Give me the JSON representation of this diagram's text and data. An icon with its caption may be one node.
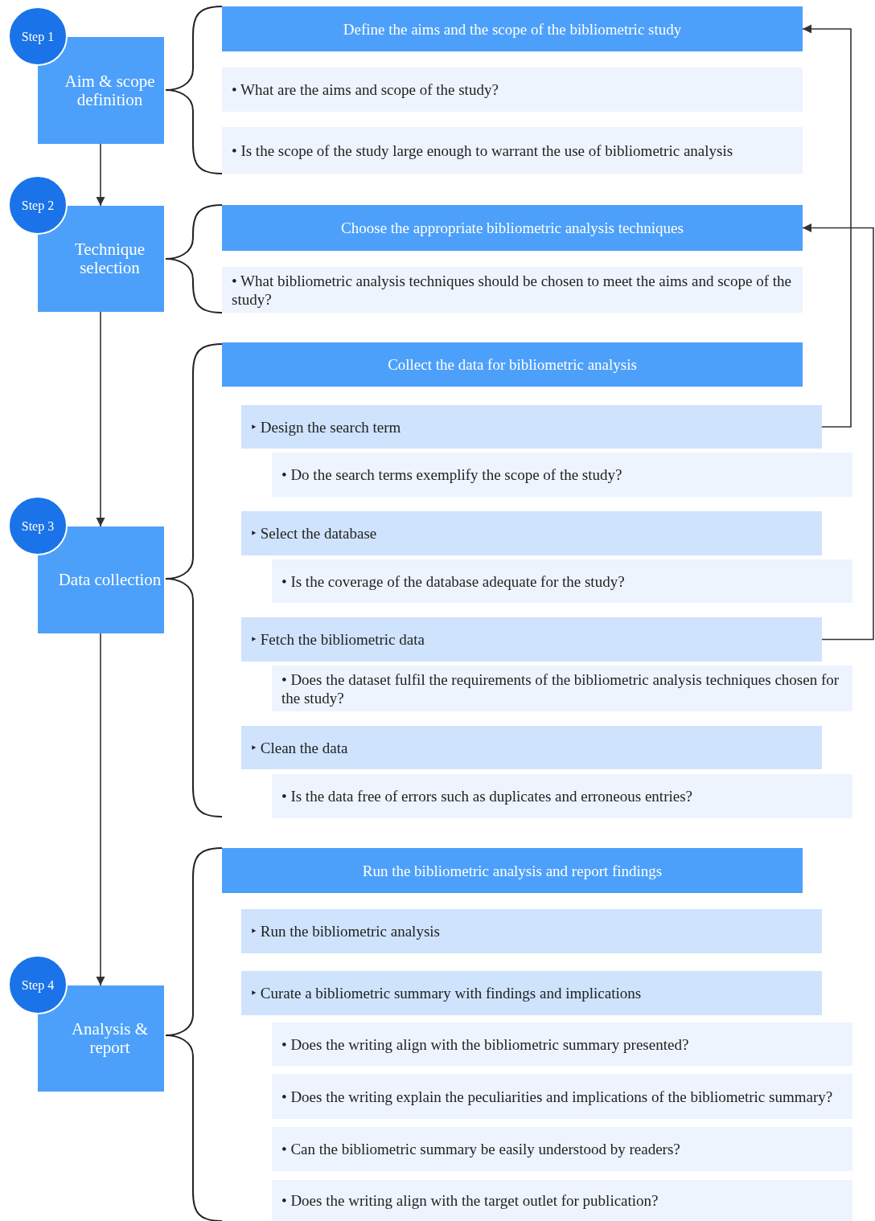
{
  "diagram": {
    "nodes": [
      {
        "text": [
          "Step 1"
        ]
      },
      {
        "text": [
          "Aim & scope definition"
        ]
      },
      {
        "text": [
          "Step 2"
        ]
      },
      {
        "text": [
          "Technique selection"
        ]
      },
      {
        "text": [
          "Step 3"
        ]
      },
      {
        "text": [
          "Data collection"
        ]
      },
      {
        "text": [
          "Step 4"
        ]
      },
      {
        "text": [
          "Analysis & report"
        ]
      },
      {
        "text": [
          "Define the aims and the scope of the bibliometric study"
        ]
      },
      {
        "text": [
          "• What are the aims and scope of the study?"
        ]
      },
      {
        "text": [
          "• Is the scope of the study large enough to warrant the use of bibliometric analysis"
        ]
      },
      {
        "text": [
          "Choose the appropriate bibliometric analysis techniques"
        ]
      },
      {
        "text": [
          "• What bibliometric analysis techniques should be chosen to meet the aims and scope of the study?"
        ]
      },
      {
        "text": [
          "Collect the data for bibliometric analysis"
        ]
      },
      {
        "text": [
          "‣ Design the search term"
        ]
      },
      {
        "text": [
          "• Do the search terms exemplify the scope of the study?"
        ]
      },
      {
        "text": [
          "‣ Select the database"
        ]
      },
      {
        "text": [
          "• Is the coverage of the database adequate for the study?"
        ]
      },
      {
        "text": [
          "‣ Fetch the bibliometric data"
        ]
      },
      {
        "text": [
          "• Does the dataset fulfil the requirements of the bibliometric analysis techniques chosen for the study?"
        ]
      },
      {
        "text": [
          "‣ Clean the data"
        ]
      },
      {
        "text": [
          "• Is the data free of errors such as duplicates and erroneous entries?"
        ]
      },
      {
        "text": [
          "Run the bibliometric analysis and report findings"
        ]
      },
      {
        "text": [
          "‣ Run the bibliometric analysis"
        ]
      },
      {
        "text": [
          "‣ Curate a bibliometric summary with findings and implications"
        ]
      },
      {
        "text": [
          "• Does the writing align with the bibliometric summary presented?"
        ]
      },
      {
        "text": [
          "• Does the writing explain the peculiarities and implications of the bibliometric summary?"
        ]
      },
      {
        "text": [
          "• Can the bibliometric summary be easily understood by readers?"
        ]
      },
      {
        "text": [
          "• Does the writing align with the target outlet for publication?"
        ]
      }
    ],
    "edges": [
      {
        "from": 1,
        "to": 3,
        "arrow": "to"
      },
      {
        "from": 3,
        "to": 5,
        "arrow": "to"
      },
      {
        "from": 5,
        "to": 7,
        "arrow": "to"
      },
      {
        "from": 14,
        "to": 8,
        "arrow": "to"
      },
      {
        "from": 18,
        "to": 11,
        "arrow": "to"
      }
    ]
  }
}
